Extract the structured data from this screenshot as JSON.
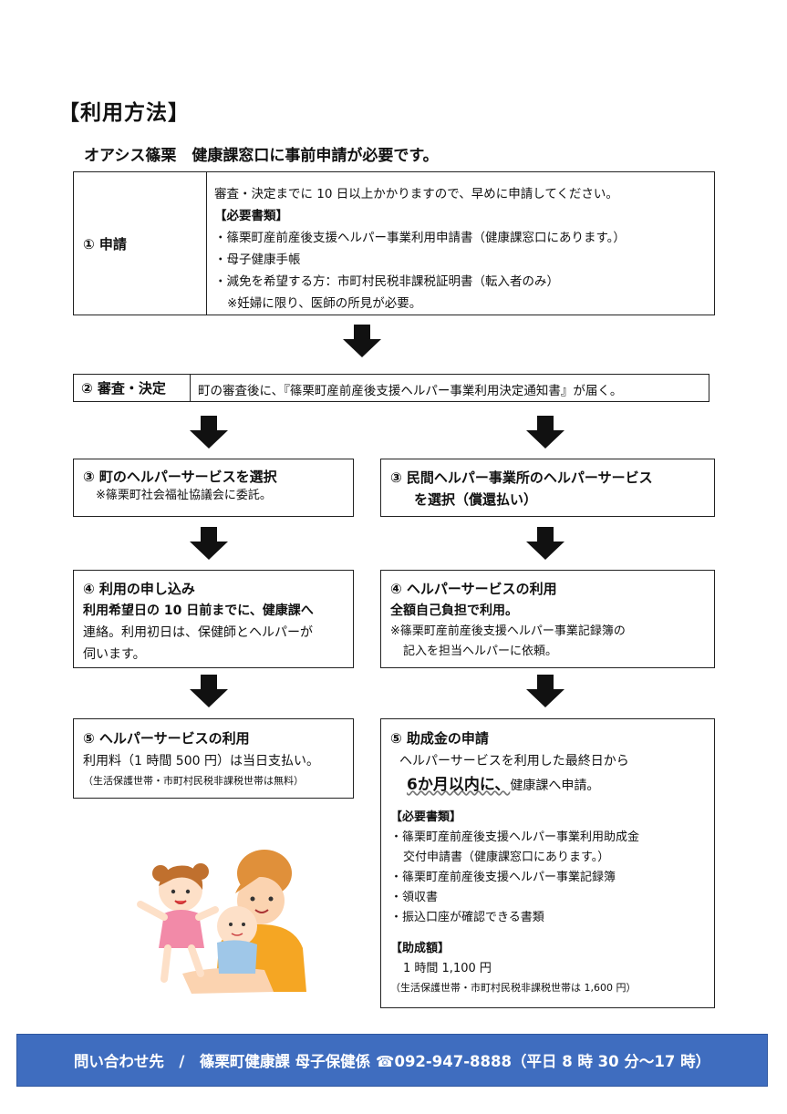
{
  "title": "【利用方法】",
  "subtitle": "オアシス篠栗　健康課窓口に事前申請が必要です。",
  "step1": {
    "label": "① 申請",
    "intro": "審査・決定までに 10 日以上かかりますので、早めに申請してください。",
    "docs_head": "【必要書類】",
    "doc1": "・篠栗町産前産後支援ヘルパー事業利用申請書（健康課窓口にあります。）",
    "doc2": "・母子健康手帳",
    "doc3": "・減免を希望する方：市町村民税非課税証明書（転入者のみ）",
    "note": "※妊婦に限り、医師の所見が必要。"
  },
  "step2": {
    "label": "② 審査・決定",
    "text": "町の審査後に、『篠栗町産前産後支援ヘルパー事業利用決定通知書』が届く。"
  },
  "left": {
    "s3_head": "③ 町のヘルパーサービスを選択",
    "s3_note": "※篠栗町社会福祉協議会に委託。",
    "s4_head": "④ 利用の申し込み",
    "s4_line1": "利用希望日の 10 日前までに、健康課へ",
    "s4_line2": "連絡。利用初日は、保健師とヘルパーが",
    "s4_line3": "伺います。",
    "s5_head": "⑤ ヘルパーサービスの利用",
    "s5_line1": "利用料（1 時間 500 円）は当日支払い。",
    "s5_line2": "（生活保護世帯・市町村民税非課税世帯は無料）"
  },
  "right": {
    "s3_head1": "③ 民間ヘルパー事業所のヘルパーサービス",
    "s3_head2": "を選択（償還払い）",
    "s4_head": "④ ヘルパーサービスの利用",
    "s4_line1": "全額自己負担で利用。",
    "s4_line2": "※篠栗町産前産後支援ヘルパー事業記録簿の",
    "s4_line3": "記入を担当ヘルパーに依頼。",
    "s5_head": "⑤ 助成金の申請",
    "s5_line1": "ヘルパーサービスを利用した最終日から",
    "s5_big": "6か月以内に、",
    "s5_line2": "健康課へ申請。",
    "docs_head": "【必要書類】",
    "doc1a": "・篠栗町産前産後支援ヘルパー事業利用助成金",
    "doc1b": "交付申請書（健康課窓口にあります。）",
    "doc2": "・篠栗町産前産後支援ヘルパー事業記録簿",
    "doc3": "・領収書",
    "doc4": "・振込口座が確認できる書類",
    "grant_head": "【助成額】",
    "grant_val": "1 時間 1,100 円",
    "grant_note": "（生活保護世帯・市町村民税非課税世帯は 1,600 円）"
  },
  "footer": "問い合わせ先　/　篠栗町健康課 母子保健係 ☎092-947-8888（平日 8 時 30 分～17 時）",
  "colors": {
    "footer_bg": "#3f6dbf",
    "arrow": "#111111"
  }
}
